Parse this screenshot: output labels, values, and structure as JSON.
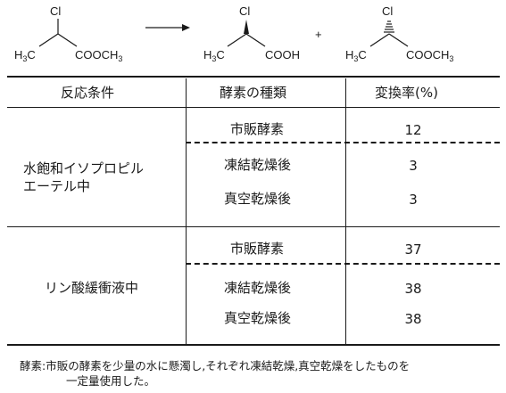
{
  "scheme": {
    "reactant": {
      "cl": "Cl",
      "left_group": "H",
      "left_sub": "3",
      "left_c": "C",
      "right_group": "COOCH",
      "right_sub": "3"
    },
    "product_acid": {
      "cl": "Cl",
      "left_group": "H",
      "left_sub": "3",
      "left_c": "C",
      "right_group": "COOH"
    },
    "plus": "+",
    "product_ester": {
      "cl": "Cl",
      "left_group": "H",
      "left_sub": "3",
      "left_c": "C",
      "right_group": "COOCH",
      "right_sub": "3"
    }
  },
  "table": {
    "headers": [
      "反応条件",
      "酵素の種類",
      "変換率(%)"
    ],
    "groups": [
      {
        "condition_lines": [
          "水飽和イソプロピル",
          "エーテル中"
        ],
        "rows": [
          {
            "enzyme": "市販酵素",
            "conversion": "12"
          },
          {
            "enzyme": "凍結乾燥後",
            "conversion": "3"
          },
          {
            "enzyme": "真空乾燥後",
            "conversion": "3"
          }
        ]
      },
      {
        "condition_lines": [
          "リン酸緩衝液中"
        ],
        "rows": [
          {
            "enzyme": "市販酵素",
            "conversion": "37"
          },
          {
            "enzyme": "凍結乾燥後",
            "conversion": "38"
          },
          {
            "enzyme": "真空乾燥後",
            "conversion": "38"
          }
        ]
      }
    ]
  },
  "footnote": {
    "label": "酵素:",
    "line1": "市販の酵素を少量の水に懸濁し,それぞれ凍結乾燥,真空乾燥をしたものを",
    "line2": "一定量使用した。"
  }
}
